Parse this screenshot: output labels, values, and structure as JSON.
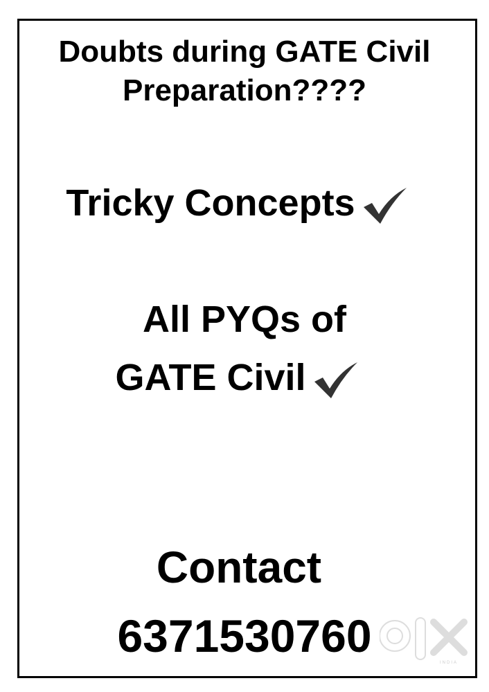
{
  "poster": {
    "heading_line1": "Doubts during GATE Civil",
    "heading_line2": "Preparation????",
    "point1": "Tricky Concepts",
    "point2_line1": "All PYQs of",
    "point2_line2": "GATE Civil",
    "contact_label": "Contact",
    "phone": "6371530760"
  },
  "watermark": {
    "brand": "olx",
    "sub": "INDIA"
  }
}
